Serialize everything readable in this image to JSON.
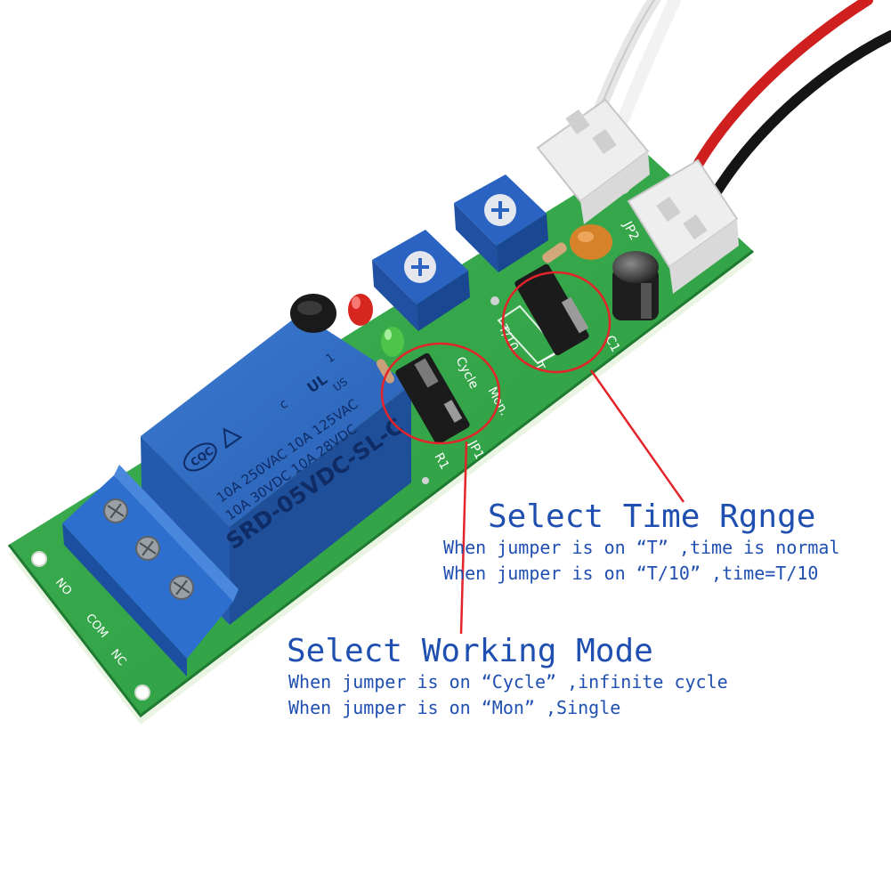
{
  "callouts": {
    "time_range": {
      "title": "Select Time Rgnge",
      "lines": [
        "When jumper is on “T” ,time is normal",
        "When jumper is on “T/10” ,time=T/10"
      ]
    },
    "working_mode": {
      "title": "Select Working Mode",
      "lines": [
        "When jumper is on “Cycle” ,infinite cycle",
        "When jumper is on “Mon” ,Single"
      ]
    }
  },
  "board": {
    "relay_text": [
      "CQC",
      "10A 250VAC  10A 125VAC",
      "10A 30VDC  10A 28VDC",
      "SRD-05VDC-SL-C",
      "c",
      "US",
      "1"
    ],
    "terminal_labels": [
      "NO",
      "COM",
      "NC"
    ],
    "silkscreen": [
      "Mon.",
      "Cycle",
      "JP1",
      "JP2",
      "T",
      "T/10",
      "C1",
      "R1"
    ]
  },
  "colors": {
    "pcb": "#34a94a",
    "relay": "#2e6cc3",
    "annotation_text": "#1f4fb0",
    "callout_ring": "#e3242b",
    "pointer_line": "#e3242b"
  }
}
